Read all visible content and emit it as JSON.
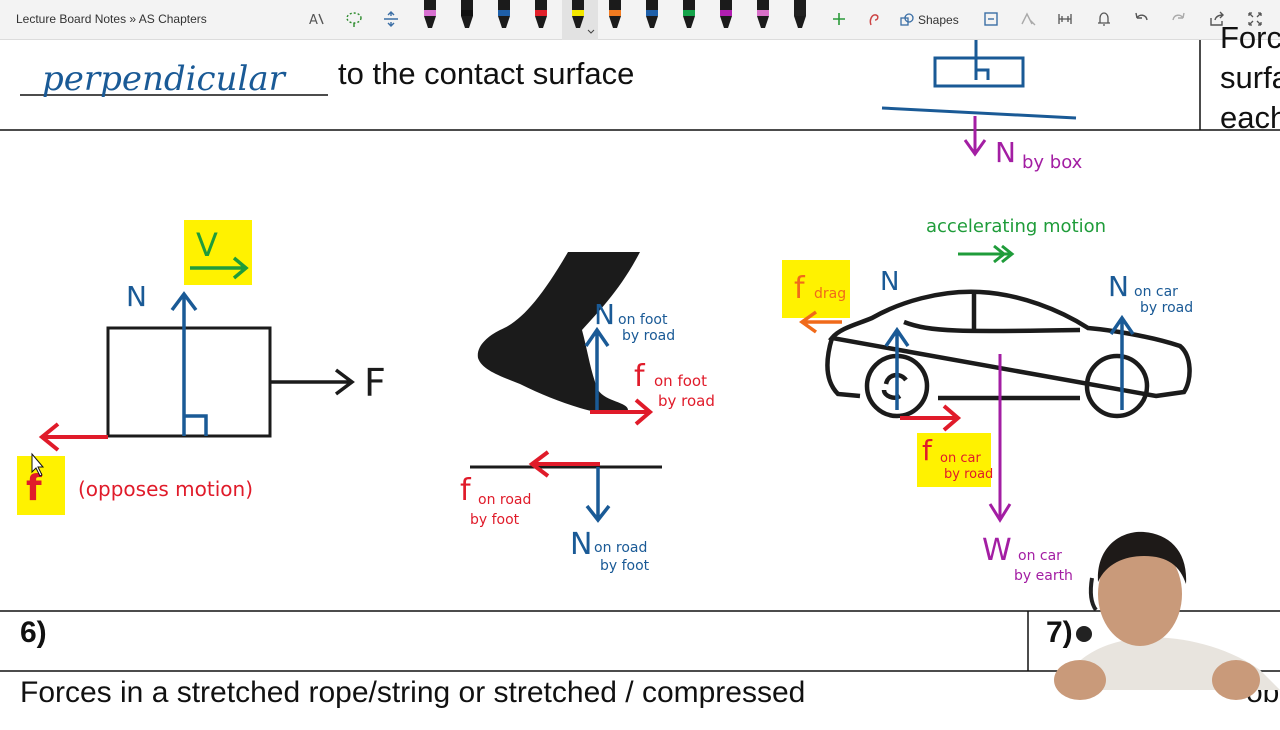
{
  "toolbar": {
    "breadcrumb": "Lecture Board Notes » AS Chapters",
    "shapes_label": "Shapes",
    "pen_colors": [
      "#d770d0",
      "#111111",
      "#1e5fa8",
      "#e0202a",
      "#f2e600",
      "#f07a20",
      "#1e5fa8",
      "#16a34a",
      "#b01eb0",
      "#d870c8",
      "#222222"
    ],
    "selected_pen": 4,
    "icons": [
      "text-format-icon",
      "lasso-icon",
      "insert-space-icon",
      "add-pen-icon",
      "touch-draw-icon",
      "shapes-icon",
      "ink-to-shape-icon",
      "ink-to-math-icon",
      "ruler-icon",
      "bell-icon",
      "undo-icon",
      "redo-icon",
      "share-icon",
      "fullscreen-icon"
    ]
  },
  "top_row": {
    "handwritten_answer": "perpendicular",
    "typed_text": "to the contact surface",
    "right_cell_lines": [
      "Forc",
      "surfa",
      "each"
    ]
  },
  "annotations": {
    "n_by_box": "N",
    "n_by_box_sub": "by box",
    "v_label": "V",
    "n_box": "N",
    "f_force": "F",
    "f_friction": "f",
    "opposes_motion": "(opposes motion)",
    "n_foot": "N",
    "n_foot_sub1": "on foot",
    "n_foot_sub2": "by road",
    "f_foot": "f",
    "f_foot_sub1": "on foot",
    "f_foot_sub2": "by road",
    "f_road": "f",
    "f_road_sub1": "on road",
    "f_road_sub2": "by foot",
    "n_road": "N",
    "n_road_sub1": "on road",
    "n_road_sub2": "by foot",
    "accelerating": "accelerating motion",
    "f_drag": "f",
    "f_drag_sub": "drag",
    "n_car_front": "N",
    "n_car": "N",
    "n_car_sub1": "on car",
    "n_car_sub2": "by road",
    "f_car": "f",
    "f_car_sub1": "on car",
    "f_car_sub2": "by road",
    "w_car": "W",
    "w_car_sub1": "on car",
    "w_car_sub2": "by earth"
  },
  "bottom": {
    "q6": "6)",
    "q7": "7)",
    "text": "Forces in a stretched rope/string or stretched / compressed",
    "right_text": "ob"
  },
  "colors": {
    "blue": "#1a5a96",
    "red": "#e01b2a",
    "green": "#1f9c3a",
    "purple": "#a31ea3",
    "orange": "#f06a1a",
    "highlight": "#fff200",
    "black": "#1b1b1b"
  }
}
